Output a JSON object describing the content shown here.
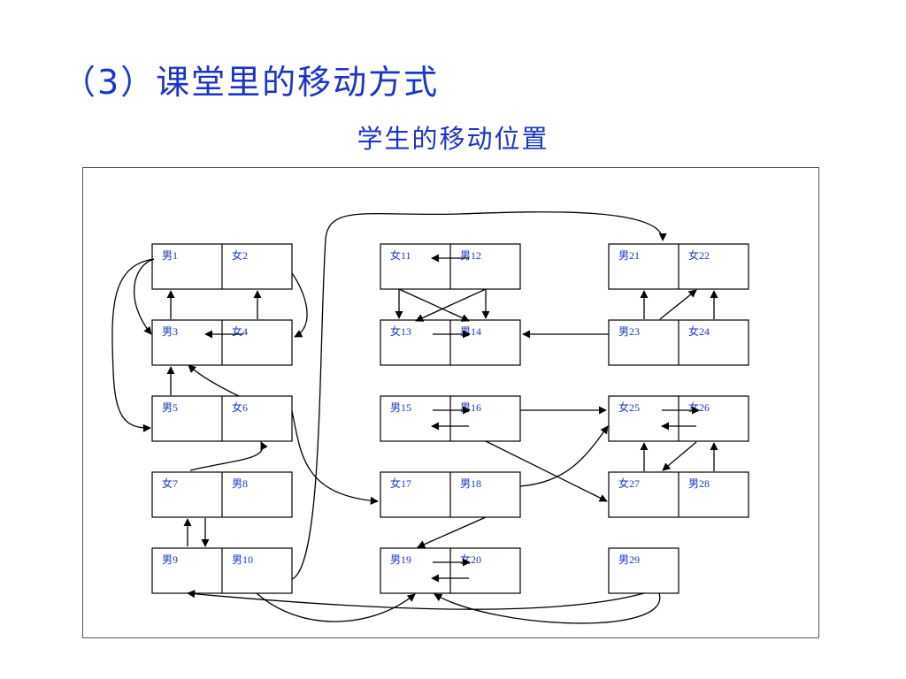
{
  "title": "（3）课堂里的移动方式",
  "subtitle": "学生的移动位置",
  "colors": {
    "text": "#1a36c8",
    "line": "#000000"
  },
  "seats": [
    {
      "id": "s1",
      "label": "男1"
    },
    {
      "id": "s2",
      "label": "女2"
    },
    {
      "id": "s3",
      "label": "男3"
    },
    {
      "id": "s4",
      "label": "女4"
    },
    {
      "id": "s5",
      "label": "男5"
    },
    {
      "id": "s6",
      "label": "女6"
    },
    {
      "id": "s7",
      "label": "女7"
    },
    {
      "id": "s8",
      "label": "男8"
    },
    {
      "id": "s9",
      "label": "男9"
    },
    {
      "id": "s10",
      "label": "男10"
    },
    {
      "id": "s11",
      "label": "女11"
    },
    {
      "id": "s12",
      "label": "男12"
    },
    {
      "id": "s13",
      "label": "女13"
    },
    {
      "id": "s14",
      "label": "男14"
    },
    {
      "id": "s15",
      "label": "男15"
    },
    {
      "id": "s16",
      "label": "男16"
    },
    {
      "id": "s17",
      "label": "女17"
    },
    {
      "id": "s18",
      "label": "男18"
    },
    {
      "id": "s19",
      "label": "男19"
    },
    {
      "id": "s20",
      "label": "女20"
    },
    {
      "id": "s21",
      "label": "男21"
    },
    {
      "id": "s22",
      "label": "女22"
    },
    {
      "id": "s23",
      "label": "男23"
    },
    {
      "id": "s24",
      "label": "女24"
    },
    {
      "id": "s25",
      "label": "女25"
    },
    {
      "id": "s26",
      "label": "女26"
    },
    {
      "id": "s27",
      "label": "女27"
    },
    {
      "id": "s28",
      "label": "男28"
    },
    {
      "id": "s29",
      "label": "男29"
    }
  ]
}
